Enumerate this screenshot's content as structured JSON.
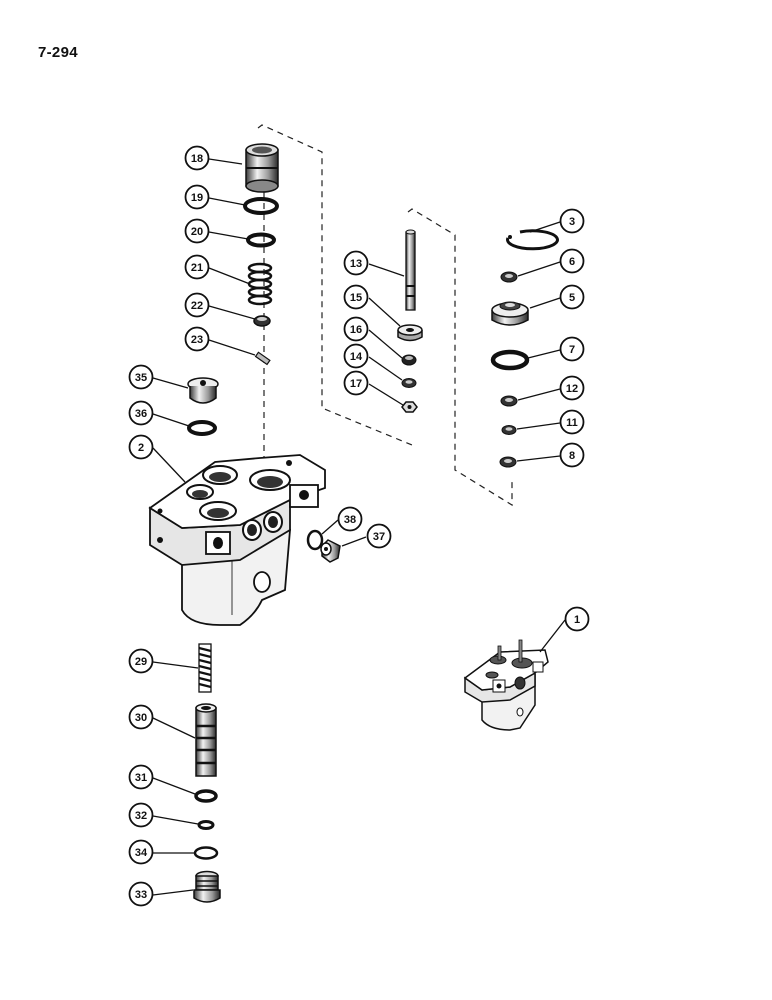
{
  "page": {
    "number": "7-294"
  },
  "callouts": [
    {
      "id": "c18",
      "label": "18"
    },
    {
      "id": "c19",
      "label": "19"
    },
    {
      "id": "c20",
      "label": "20"
    },
    {
      "id": "c21",
      "label": "21"
    },
    {
      "id": "c22",
      "label": "22"
    },
    {
      "id": "c23",
      "label": "23"
    },
    {
      "id": "c35",
      "label": "35"
    },
    {
      "id": "c36",
      "label": "36"
    },
    {
      "id": "c2",
      "label": "2"
    },
    {
      "id": "c13",
      "label": "13"
    },
    {
      "id": "c15",
      "label": "15"
    },
    {
      "id": "c16",
      "label": "16"
    },
    {
      "id": "c14",
      "label": "14"
    },
    {
      "id": "c17",
      "label": "17"
    },
    {
      "id": "c3",
      "label": "3"
    },
    {
      "id": "c6",
      "label": "6"
    },
    {
      "id": "c5",
      "label": "5"
    },
    {
      "id": "c7",
      "label": "7"
    },
    {
      "id": "c12",
      "label": "12"
    },
    {
      "id": "c11",
      "label": "11"
    },
    {
      "id": "c8",
      "label": "8"
    },
    {
      "id": "c38",
      "label": "38"
    },
    {
      "id": "c37",
      "label": "37"
    },
    {
      "id": "c1",
      "label": "1"
    },
    {
      "id": "c29",
      "label": "29"
    },
    {
      "id": "c30",
      "label": "30"
    },
    {
      "id": "c31",
      "label": "31"
    },
    {
      "id": "c32",
      "label": "32"
    },
    {
      "id": "c34",
      "label": "34"
    },
    {
      "id": "c33",
      "label": "33"
    }
  ]
}
